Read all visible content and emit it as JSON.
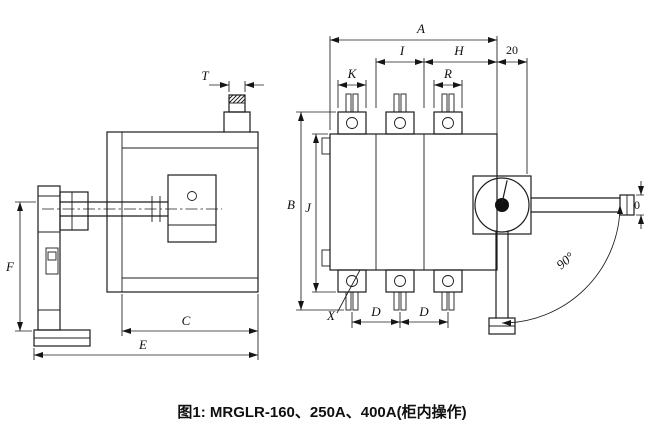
{
  "figure": {
    "caption": "图1: MRGLR-160、250A、400A(柜内操作)"
  },
  "dims": {
    "A": "A",
    "B": "B",
    "C": "C",
    "D1": "D",
    "D2": "D",
    "E": "E",
    "F": "F",
    "H": "H",
    "I": "I",
    "J": "J",
    "K": "K",
    "R": "R",
    "T": "T",
    "X": "X",
    "n20": "20",
    "n0": "0",
    "angle90": "90°"
  }
}
